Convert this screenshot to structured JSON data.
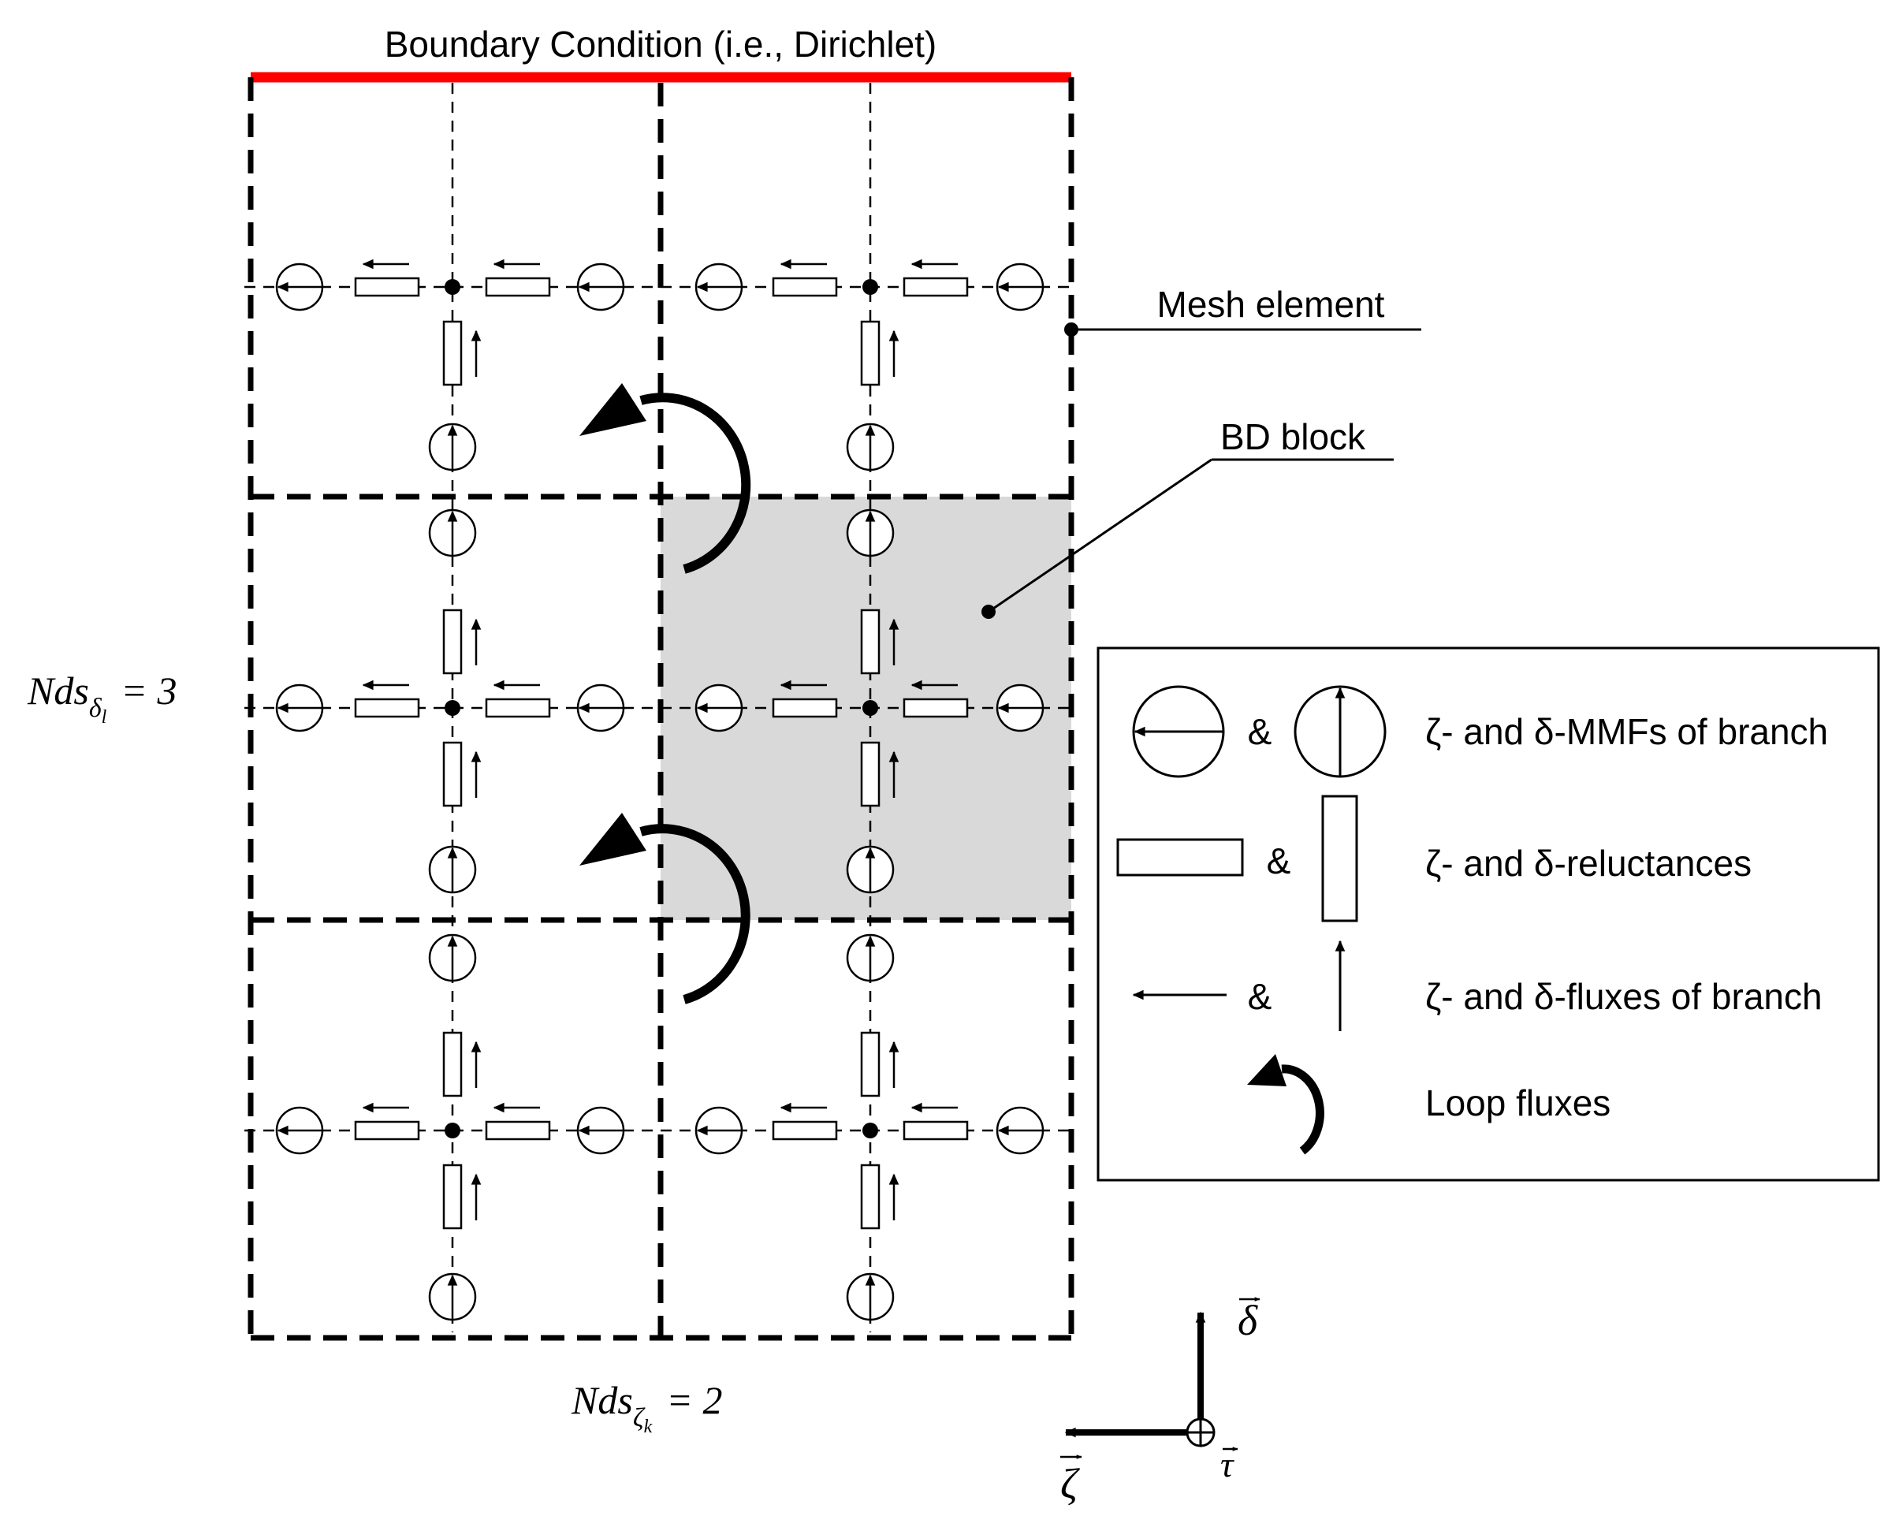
{
  "boundary": {
    "label": "Boundary Condition (i.e., Dirichlet)",
    "color": "#ff0000"
  },
  "callouts": {
    "mesh_element": "Mesh element",
    "bd_block": "BD block"
  },
  "counts": {
    "nds_delta": {
      "symbol": "Nds",
      "sub": "δ",
      "subsub": "l",
      "eq": "= 3"
    },
    "nds_zeta": {
      "symbol": "Nds",
      "sub": "ζ",
      "subsub": "k",
      "eq": "= 2"
    }
  },
  "legend": {
    "row1": {
      "amp": "&",
      "text": "ζ- and δ-MMFs of branch"
    },
    "row2": {
      "amp": "&",
      "text": "ζ- and δ-reluctances"
    },
    "row3": {
      "amp": "&",
      "text": "ζ- and δ-fluxes of branch"
    },
    "row4": {
      "text": "Loop fluxes"
    }
  },
  "axes": {
    "delta": "δ",
    "zeta": "ζ",
    "tau": "τ"
  },
  "colors": {
    "bd_block_fill": "#d9d9d9",
    "stroke": "#000000"
  },
  "grid": {
    "columns": 2,
    "rows": 3
  }
}
